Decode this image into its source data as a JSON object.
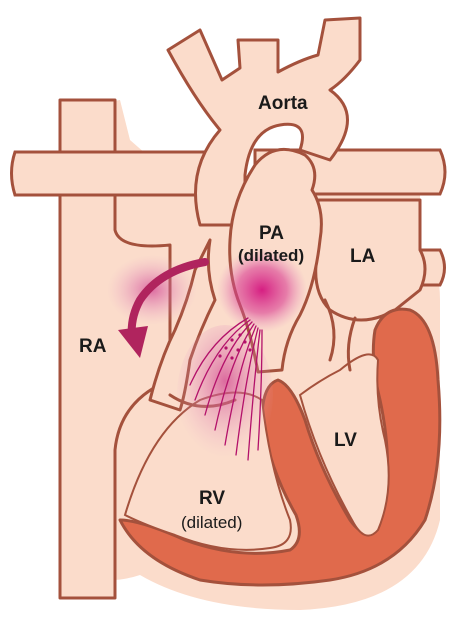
{
  "labels": {
    "aorta": "Aorta",
    "pa": "PA",
    "pa_note": "(dilated)",
    "la": "LA",
    "ra": "RA",
    "lv": "LV",
    "rv": "RV",
    "rv_note": "(dilated)"
  },
  "colors": {
    "vessel_fill": "#fbdccb",
    "outline": "#a4513c",
    "myocardium": "#e06a4c",
    "jet": "#d4147e",
    "arrow": "#b0245e"
  }
}
